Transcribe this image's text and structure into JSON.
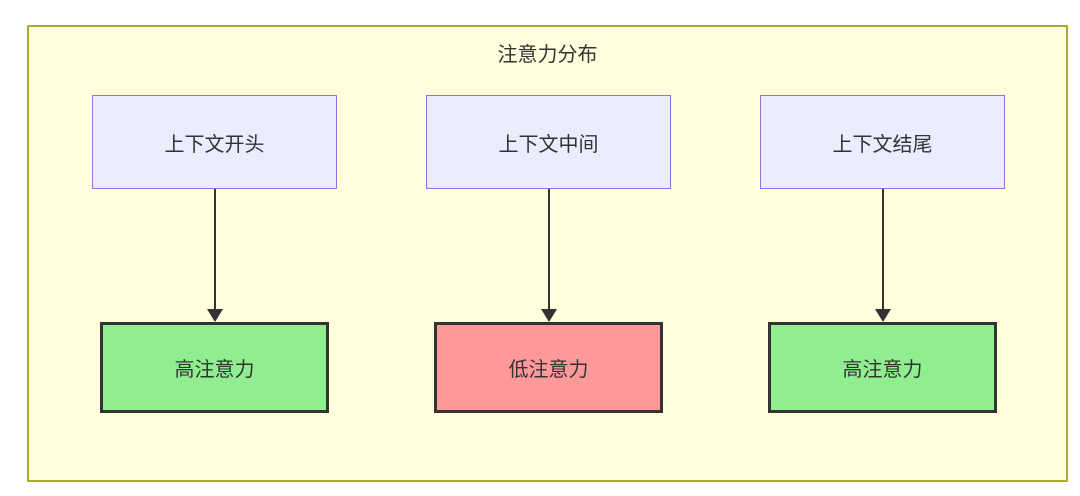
{
  "diagram": {
    "title": "注意力分布",
    "type": "flowchart",
    "colors": {
      "container_background": "#ffffde",
      "container_border": "#aaaa33",
      "source_node_background": "#ececff",
      "source_node_border": "#9370db",
      "high_attention_background": "#90ee90",
      "low_attention_background": "#ff9999",
      "result_node_border": "#333333",
      "arrow": "#333333",
      "text": "#333333"
    },
    "columns": [
      {
        "source": "上下文开头",
        "result": "高注意力",
        "level": "high"
      },
      {
        "source": "上下文中间",
        "result": "低注意力",
        "level": "low"
      },
      {
        "source": "上下文结尾",
        "result": "高注意力",
        "level": "high"
      }
    ]
  }
}
